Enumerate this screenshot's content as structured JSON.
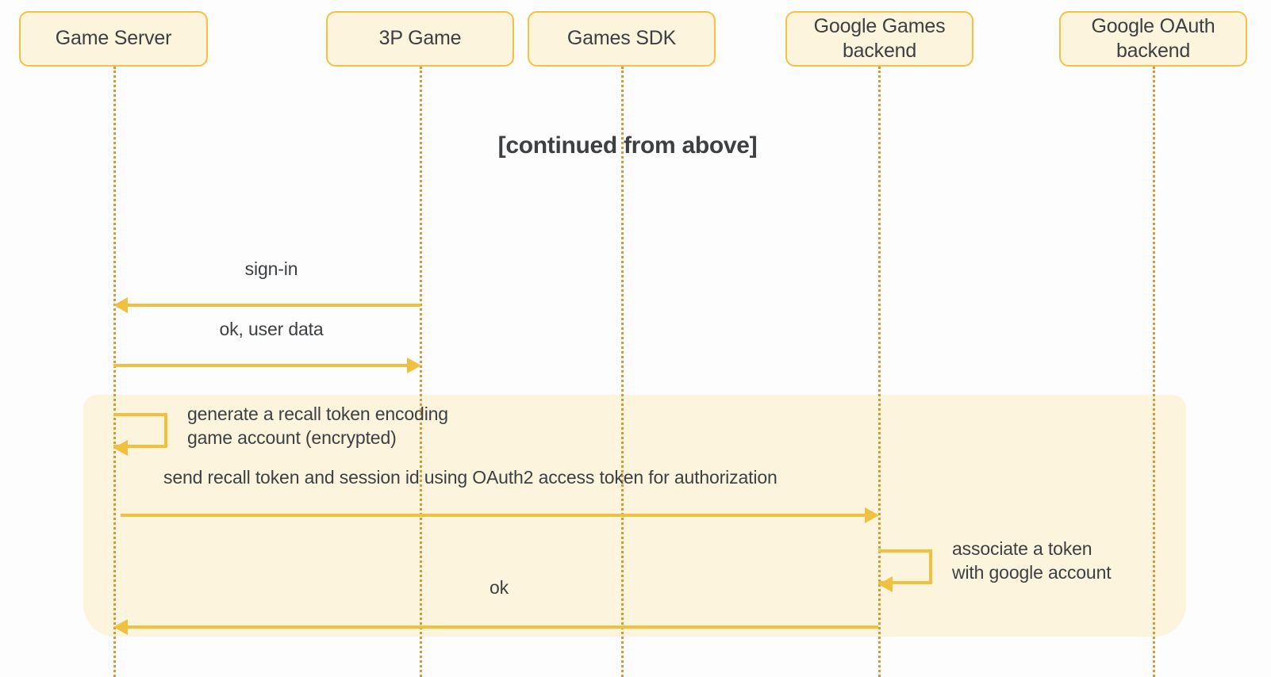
{
  "diagram": {
    "type": "sequence-diagram",
    "note": "[continued from above]",
    "colors": {
      "box_fill": "#fdf4dd",
      "box_border": "#f3c244",
      "lifeline": "#e8912d",
      "arrow": "#f0c040",
      "highlight_fill": "#fdf4de",
      "text": "#3c4043",
      "background": "#fdfdfd"
    }
  },
  "participants": [
    {
      "id": "game-server",
      "label": "Game Server"
    },
    {
      "id": "3p-game",
      "label": "3P Game"
    },
    {
      "id": "games-sdk",
      "label": "Games SDK"
    },
    {
      "id": "google-games-backend",
      "label": "Google Games\nbackend"
    },
    {
      "id": "google-oauth-backend",
      "label": "Google OAuth\nbackend"
    }
  ],
  "participants_display": {
    "game_server": "Game Server",
    "third_party_game": "3P Game",
    "games_sdk": "Games SDK",
    "google_games_backend_line1": "Google Games",
    "google_games_backend_line2": "backend",
    "google_oauth_backend_line1": "Google OAuth",
    "google_oauth_backend_line2": "backend"
  },
  "messages": [
    {
      "id": "sign-in",
      "label": "sign-in",
      "from": "3p-game",
      "to": "game-server",
      "direction": "left",
      "kind": "call"
    },
    {
      "id": "ok-user-data",
      "label": "ok, user data",
      "from": "game-server",
      "to": "3p-game",
      "direction": "right",
      "kind": "return"
    },
    {
      "id": "generate-recall-token",
      "label_line1": "generate a recall token encoding",
      "label_line2": "game account (encrypted)",
      "from": "game-server",
      "to": "game-server",
      "kind": "self"
    },
    {
      "id": "send-recall-token",
      "label": "send recall token and session id using OAuth2 access token for authorization",
      "from": "game-server",
      "to": "google-games-backend",
      "direction": "right",
      "kind": "call"
    },
    {
      "id": "associate-token",
      "label_line1": "associate a token",
      "label_line2": "with google account",
      "from": "google-games-backend",
      "to": "google-games-backend",
      "kind": "self"
    },
    {
      "id": "ok",
      "label": "ok",
      "from": "google-games-backend",
      "to": "game-server",
      "direction": "left",
      "kind": "return"
    }
  ]
}
